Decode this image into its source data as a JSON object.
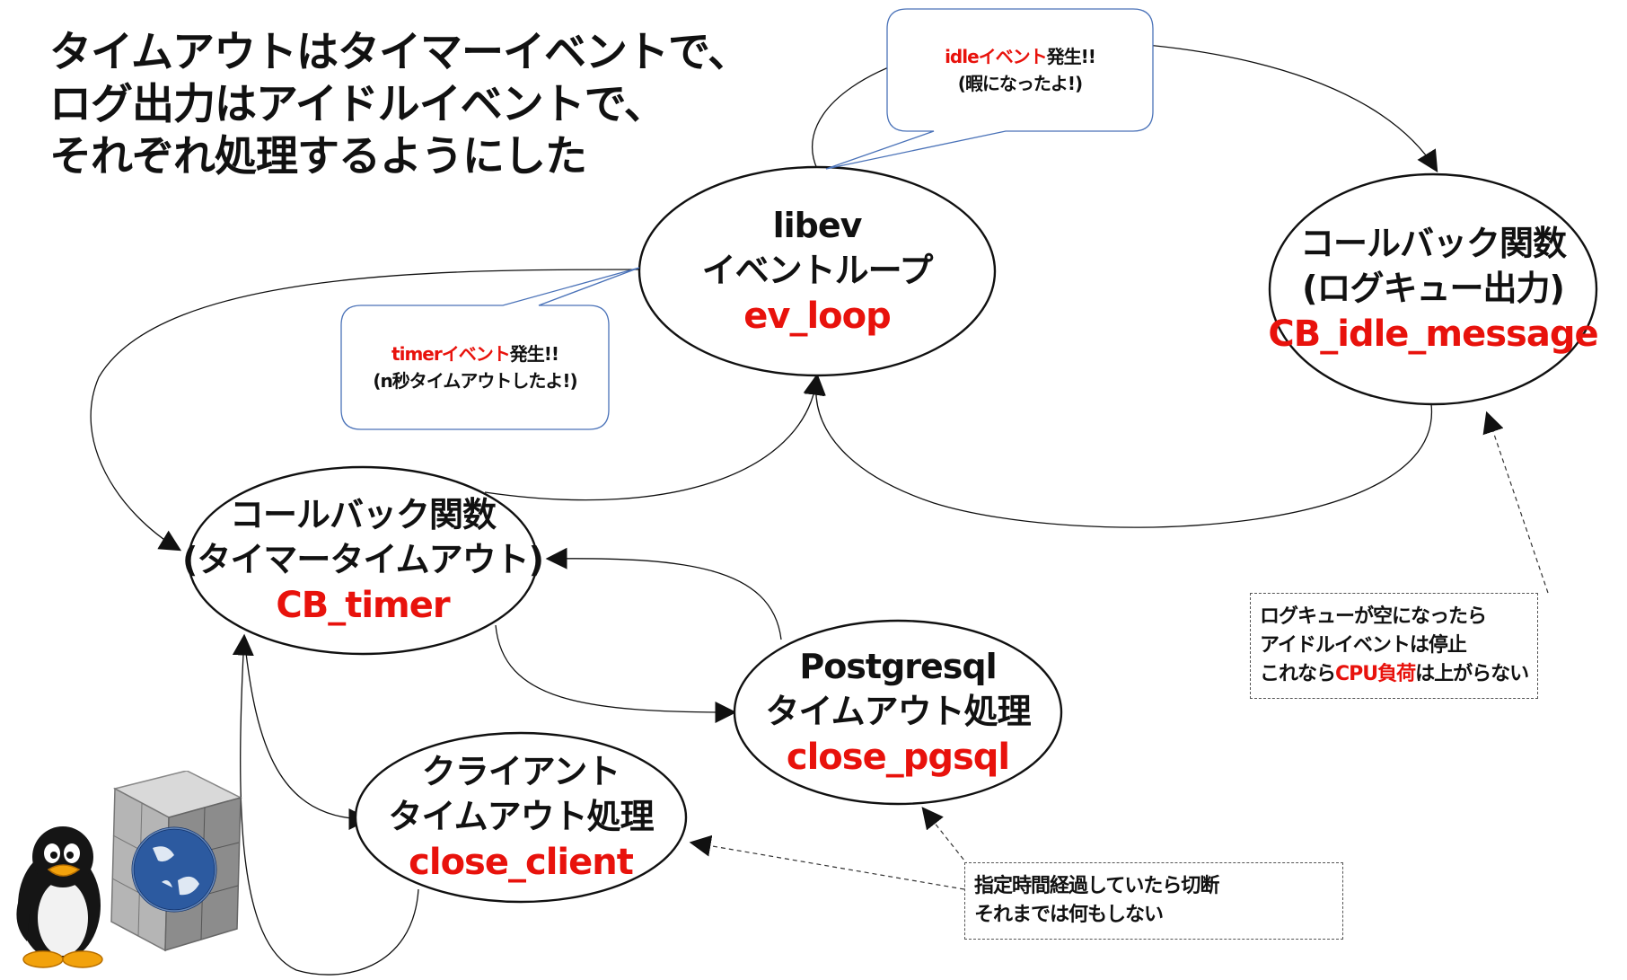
{
  "title": {
    "lines": [
      "タイムアウトはタイマーイベントで、",
      "ログ出力はアイドルイベントで、",
      "それぞれ処理するようにした"
    ]
  },
  "nodes": {
    "ev_loop": {
      "line1": "libev",
      "line2": "イベントループ",
      "fn": "ev_loop"
    },
    "cb_idle": {
      "line1": "コールバック関数",
      "line2": "(ログキュー出力)",
      "fn": "CB_idle_message"
    },
    "cb_timer": {
      "line1": "コールバック関数",
      "line2": "(タイマータイムアウト)",
      "fn": "CB_timer"
    },
    "pgsql": {
      "line1": "Postgresql",
      "line2": "タイムアウト処理",
      "fn": "close_pgsql"
    },
    "client": {
      "line1": "クライアント",
      "line2": "タイムアウト処理",
      "fn": "close_client"
    }
  },
  "callouts": {
    "idle": {
      "event": "idleイベント",
      "suffix": "発生!!",
      "line2": "(暇になったよ!)"
    },
    "timer": {
      "event": "timerイベント",
      "suffix": "発生!!",
      "line2": "(n秒タイムアウトしたよ!)"
    }
  },
  "notes": {
    "idle_note": {
      "line1": "ログキューが空になったら",
      "line2": "アイドルイベントは停止",
      "line3_pre": "これなら",
      "line3_red": "CPU負荷",
      "line3_post": "は上がらない"
    },
    "timeout_note": {
      "line1": "指定時間経過していたら切断",
      "line2": "それまでは何もしない"
    }
  },
  "colors": {
    "accent_red": "#e8120c",
    "callout_border": "#4a72b8",
    "ink": "#111111"
  },
  "icons": [
    "penguin-icon",
    "globe-cube-icon"
  ]
}
